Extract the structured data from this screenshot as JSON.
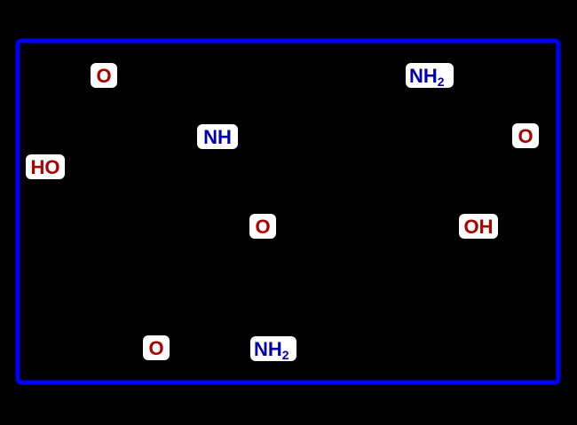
{
  "colors": {
    "background": "#000000",
    "frame": "#0000ff",
    "bonds": "#000000",
    "oxygen": "#aa0000",
    "nitrogen": "#0000aa",
    "label_bg": "#ffffff"
  },
  "atoms": {
    "carbonyl_o_top": {
      "element": "O",
      "text": "O"
    },
    "hydroxyl_ho": {
      "element": "O",
      "text": "HO"
    },
    "amide_nh": {
      "element": "N",
      "text": "NH"
    },
    "amine_nh2_top": {
      "element": "N",
      "text": "NH",
      "subscript": "2"
    },
    "carbonyl_o_right": {
      "element": "O",
      "text": "O"
    },
    "hydroxyl_oh": {
      "element": "O",
      "text": "OH"
    },
    "carbonyl_o_mid": {
      "element": "O",
      "text": "O"
    },
    "carbonyl_o_bottom": {
      "element": "O",
      "text": "O"
    },
    "amine_nh2_bottom": {
      "element": "N",
      "text": "NH",
      "subscript": "2"
    }
  }
}
